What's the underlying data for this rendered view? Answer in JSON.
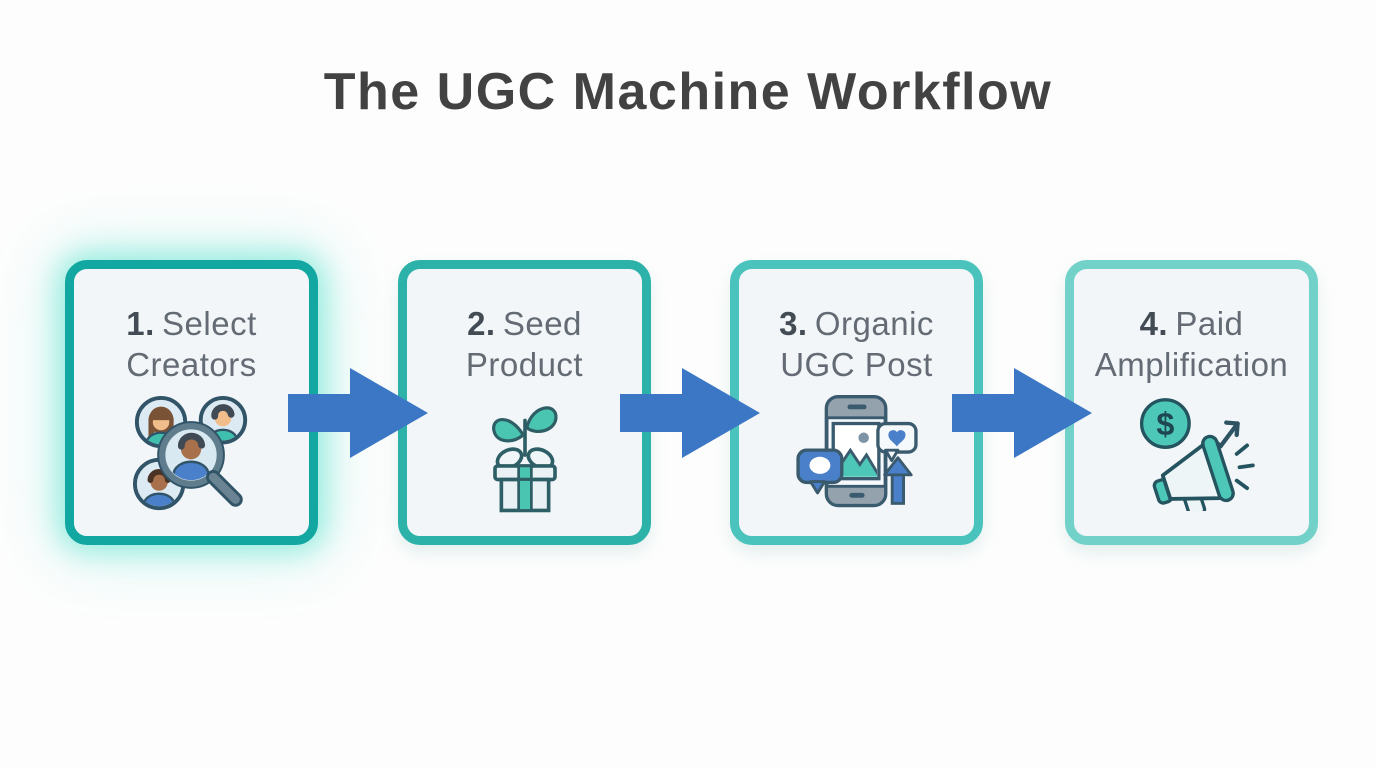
{
  "title": "The UGC Machine Workflow",
  "steps": [
    {
      "number": "1.",
      "line1": "Select",
      "line2": "Creators",
      "icon": "creator-search-icon",
      "border_color": "#12a7a0",
      "highlighted": true
    },
    {
      "number": "2.",
      "line1": "Seed",
      "line2": "Product",
      "icon": "seed-gift-icon",
      "border_color": "#2db2aa",
      "highlighted": false
    },
    {
      "number": "3.",
      "line1": "Organic",
      "line2": "UGC Post",
      "icon": "phone-post-icon",
      "border_color": "#49c3bb",
      "highlighted": false
    },
    {
      "number": "4.",
      "line1": "Paid",
      "line2": "Amplification",
      "icon": "megaphone-growth-icon",
      "border_color": "#72d2c9",
      "highlighted": false
    }
  ],
  "colors": {
    "arrow": "#3b77c4",
    "card_background": "#f2f6f8",
    "title_text": "#424242",
    "step_text": "#646b74",
    "step_number": "#434c55",
    "highlight_glow": "#40e0c8",
    "icon_outline": "#2f5666",
    "icon_teal": "#49c5b1",
    "icon_blue": "#4a7fc9"
  }
}
